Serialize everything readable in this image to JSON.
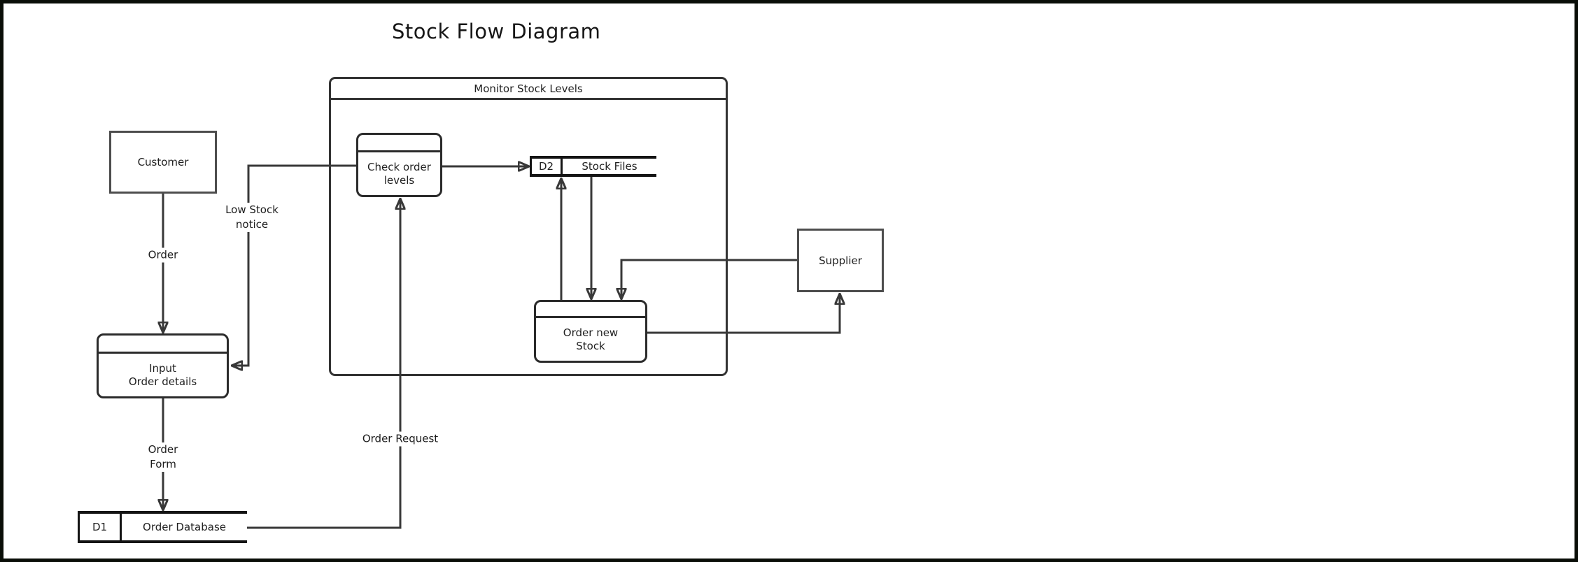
{
  "title": "Stock Flow Diagram",
  "group": {
    "label": "Monitor Stock Levels"
  },
  "nodes": {
    "customer": {
      "type": "external-entity",
      "label": "Customer"
    },
    "check_order_levels": {
      "type": "process",
      "lines": [
        "Check order",
        "levels"
      ]
    },
    "stock_files": {
      "type": "data-store",
      "id": "D2",
      "name": "Stock Files"
    },
    "supplier": {
      "type": "external-entity",
      "label": "Supplier"
    },
    "order_new_stock": {
      "type": "process",
      "lines": [
        "Order new",
        "Stock"
      ]
    },
    "input_order_details": {
      "type": "process",
      "lines": [
        "Input",
        "Order details"
      ]
    },
    "order_database": {
      "type": "data-store",
      "id": "D1",
      "name": "Order Database"
    }
  },
  "flow_labels": {
    "order": "Order",
    "low_stock_notice": {
      "lines": [
        "Low Stock",
        "notice"
      ]
    },
    "order_form": {
      "lines": [
        "Order",
        "Form"
      ]
    },
    "order_request": "Order Request"
  },
  "colors": {
    "background": "#ffffff",
    "connector": "#383838",
    "process_border": "#2b2b2b",
    "entity_border": "#4d4d4d",
    "datastore_border": "#141414",
    "group_border": "#333333",
    "canvas_border": "#0a0e08",
    "text": "#1f1f1f"
  }
}
